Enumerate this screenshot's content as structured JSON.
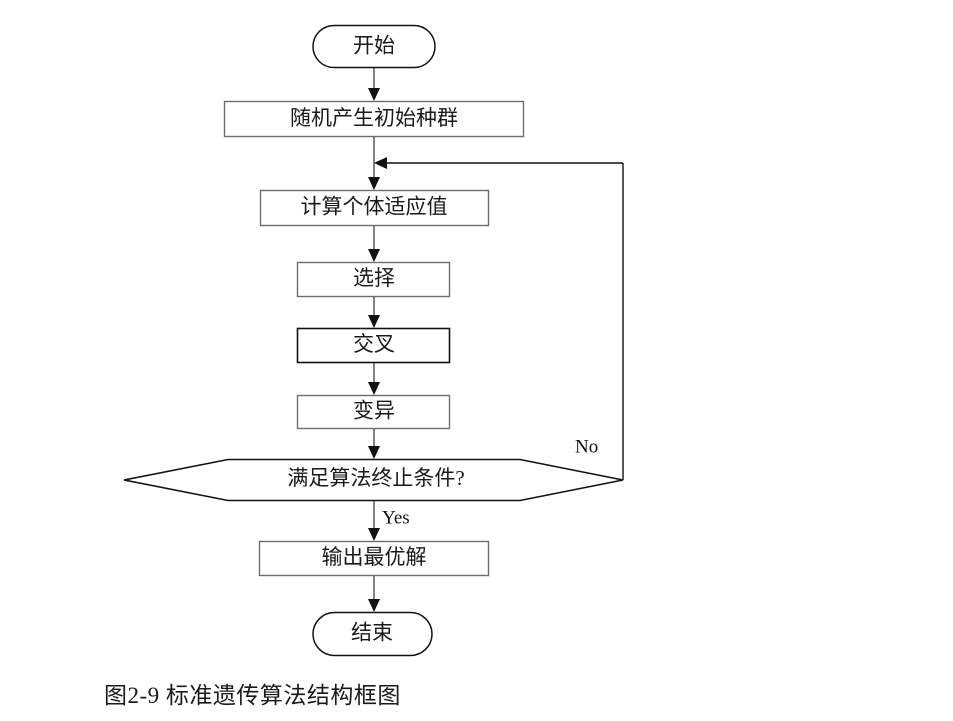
{
  "figure": {
    "caption": "图2-9  标准遗传算法结构框图",
    "background_color": "#ffffff",
    "line_color": "#6d6d6d",
    "dark_line_color": "#111111",
    "text_color": "#1a1a1a"
  },
  "chart_data": {
    "type": "diagram",
    "title": "图2-9  标准遗传算法结构框图",
    "nodes": [
      {
        "id": "start",
        "label": "开始",
        "shape": "terminator"
      },
      {
        "id": "init",
        "label": "随机产生初始种群",
        "shape": "process"
      },
      {
        "id": "fitness",
        "label": "计算个体适应值",
        "shape": "process"
      },
      {
        "id": "selection",
        "label": "选择",
        "shape": "process"
      },
      {
        "id": "crossover",
        "label": "交叉",
        "shape": "process"
      },
      {
        "id": "mutation",
        "label": "变异",
        "shape": "process"
      },
      {
        "id": "decision",
        "label": "满足算法终止条件?",
        "shape": "decision"
      },
      {
        "id": "output",
        "label": "输出最优解",
        "shape": "process"
      },
      {
        "id": "end",
        "label": "结束",
        "shape": "terminator"
      }
    ],
    "edges": [
      {
        "from": "start",
        "to": "init",
        "label": ""
      },
      {
        "from": "init",
        "to": "fitness",
        "label": ""
      },
      {
        "from": "fitness",
        "to": "selection",
        "label": ""
      },
      {
        "from": "selection",
        "to": "crossover",
        "label": ""
      },
      {
        "from": "crossover",
        "to": "mutation",
        "label": ""
      },
      {
        "from": "mutation",
        "to": "decision",
        "label": ""
      },
      {
        "from": "decision",
        "to": "output",
        "label": "Yes"
      },
      {
        "from": "decision",
        "to": "fitness",
        "label": "No"
      },
      {
        "from": "output",
        "to": "end",
        "label": ""
      }
    ]
  },
  "nodes": {
    "start": "开始",
    "init": "随机产生初始种群",
    "fitness": "计算个体适应值",
    "selection": "选择",
    "crossover": "交叉",
    "mutation": "变异",
    "decision": "满足算法终止条件?",
    "output": "输出最优解",
    "end": "结束"
  },
  "labels": {
    "yes": "Yes",
    "no": "No"
  }
}
